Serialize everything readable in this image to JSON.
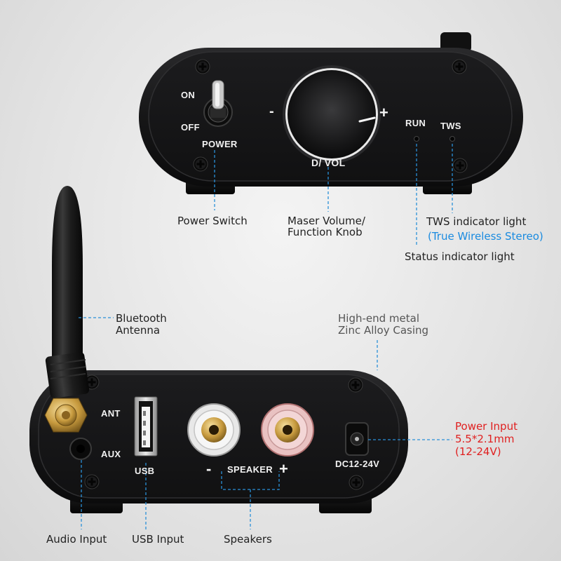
{
  "top_panel": {
    "on": "ON",
    "off": "OFF",
    "power": "POWER",
    "minus": "-",
    "plus": "+",
    "run": "RUN",
    "tws": "TWS",
    "vol": "D/ VOL"
  },
  "bottom_panel": {
    "ant": "ANT",
    "aux": "AUX",
    "usb": "USB",
    "speaker": "SPEAKER",
    "minus": "-",
    "plus": "+",
    "dc": "DC12-24V"
  },
  "callouts": {
    "power_switch": "Power Switch",
    "volume_knob_line1": "Maser Volume/",
    "volume_knob_line2": "Function Knob",
    "tws_light": "TWS indicator light",
    "tws_sub": "(True Wireless Stereo)",
    "status_light": "Status indicator light",
    "antenna_line1": "Bluetooth",
    "antenna_line2": "Antenna",
    "casing_line1": "High-end metal",
    "casing_line2": "Zinc Alloy Casing",
    "power_input_line1": "Power Input",
    "power_input_line2": "5.5*2.1mm",
    "power_input_line3": "(12-24V)",
    "audio_input": "Audio Input",
    "usb_input": "USB Input",
    "speakers": "Speakers"
  },
  "colors": {
    "callout_blue": "#1a8be0",
    "power_red": "#e02020",
    "line_blue": "#2a90d8"
  }
}
